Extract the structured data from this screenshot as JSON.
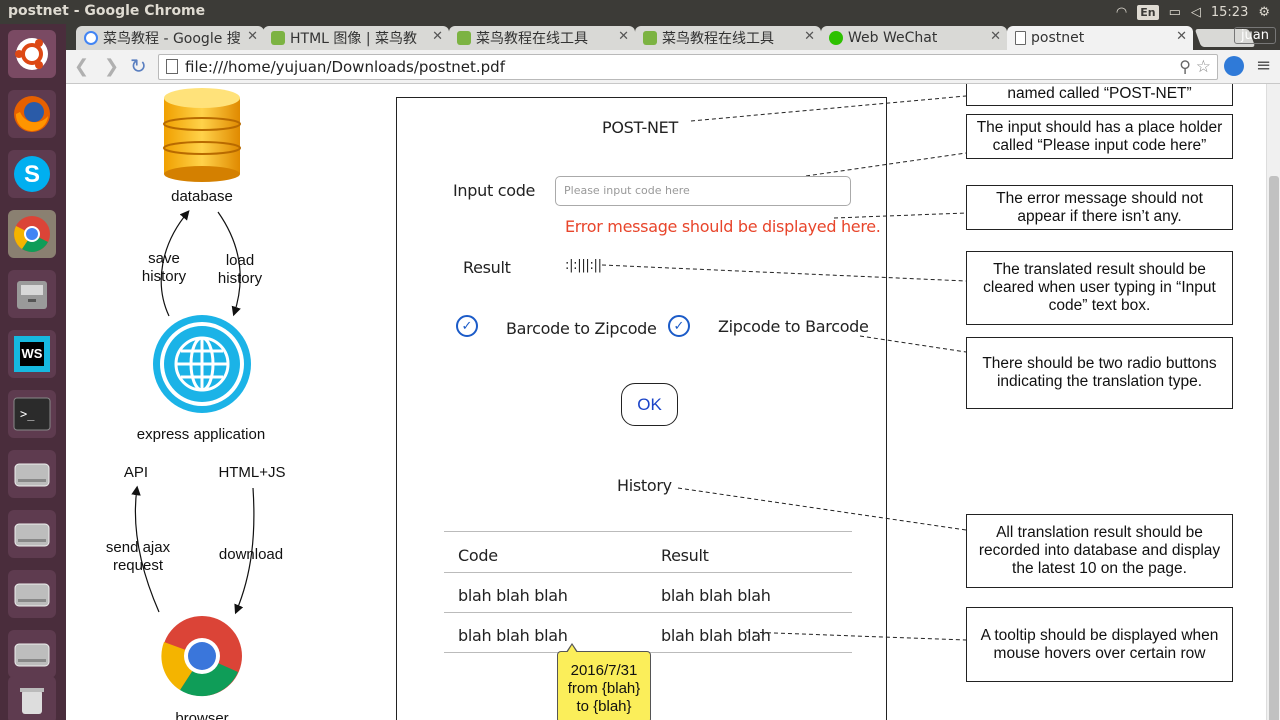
{
  "os": {
    "window_title": "postnet - Google Chrome",
    "lang": "En",
    "time": "15:23"
  },
  "browser": {
    "tabs": [
      {
        "label": "菜鸟教程 - Google 搜",
        "active": false
      },
      {
        "label": "HTML 图像 | 菜鸟教",
        "active": false
      },
      {
        "label": "菜鸟教程在线工具",
        "active": false
      },
      {
        "label": "菜鸟教程在线工具",
        "active": false
      },
      {
        "label": "Web WeChat",
        "active": false
      },
      {
        "label": "postnet",
        "active": true
      }
    ],
    "user": "juan",
    "url": "file:///home/yujuan/Downloads/postnet.pdf"
  },
  "diagram": {
    "database": "database",
    "save_history": "save\nhistory",
    "load_history": "load\nhistory",
    "express": "express application",
    "api": "API",
    "html_js": "HTML+JS",
    "send_ajax": "send ajax\nrequest",
    "download": "download",
    "browser": "browser"
  },
  "mockup": {
    "title": "POST-NET",
    "input_label": "Input code",
    "input_placeholder": "Please input code here",
    "error": "Error message should be displayed here.",
    "result_label": "Result",
    "result_value": ":|:|||:||",
    "radio1": "Barcode to Zipcode",
    "radio2": "Zipcode to Barcode",
    "ok": "OK",
    "history": "History",
    "table_headers": [
      "Code",
      "Result"
    ],
    "table_rows": [
      [
        "blah blah blah",
        "blah blah blah"
      ],
      [
        "blah blah blah",
        "blah blah blah"
      ]
    ],
    "tooltip": "2016/7/31\nfrom {blah}\nto {blah}"
  },
  "notes": [
    "named called “POST-NET”",
    "The input should has a place holder called “Please input code here”",
    "The error message should not appear if there isn’t any.",
    "The translated result should be cleared when user typing in “Input code” text box.",
    "There should be two radio buttons indicating the translation type.",
    "All translation result should be recorded into database and display the latest 10 on the page.",
    "A tooltip should be displayed when mouse hovers over certain row"
  ],
  "colors": {
    "launcher": "#4a2d3c",
    "error": "#e8452b",
    "ok_text": "#1b44c8",
    "tooltip": "#fbee5a"
  }
}
